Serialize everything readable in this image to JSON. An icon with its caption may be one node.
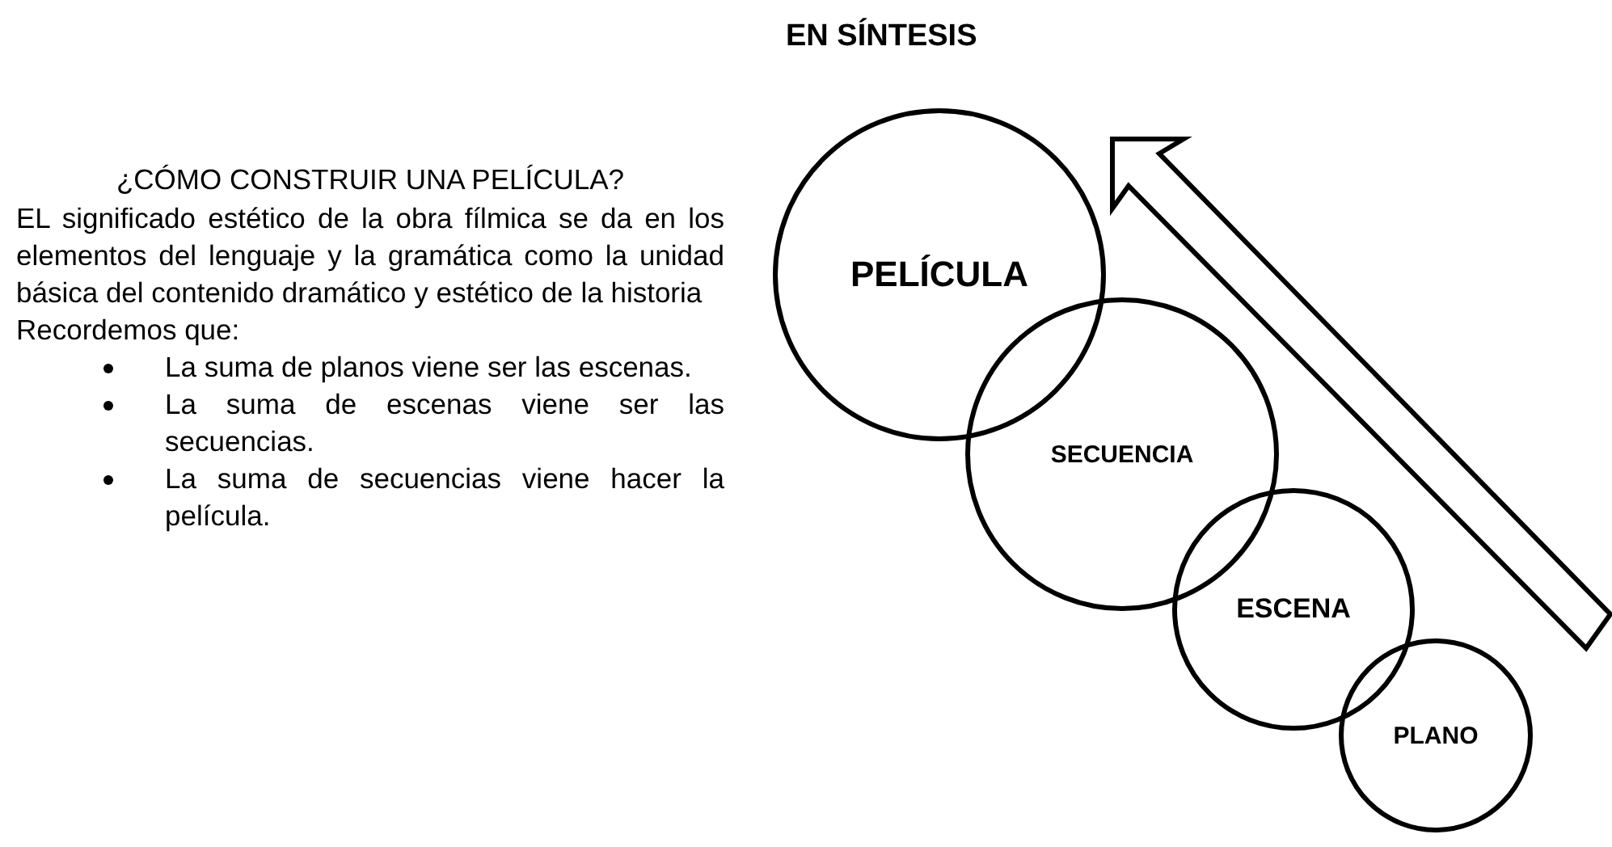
{
  "diagram": {
    "title": "EN SÍNTESIS",
    "nodes": [
      {
        "text": [
          "PELÍCULA"
        ]
      },
      {
        "text": [
          "SECUENCIA"
        ]
      },
      {
        "text": [
          "ESCENA"
        ]
      },
      {
        "text": [
          "PLANO"
        ]
      }
    ],
    "labels": [
      "¿CÓMO CONSTRUIR UNA PELÍCULA?",
      "EL significado estético de la obra fílmica se da en los elementos del lenguaje y la gramática como la unidad básica del contenido dramático y estético de la historia",
      "Recordemos que:",
      "La suma de planos viene ser las escenas.",
      "La suma de escenas viene ser las secuencias.",
      "La suma de secuencias viene hacer la película."
    ]
  }
}
